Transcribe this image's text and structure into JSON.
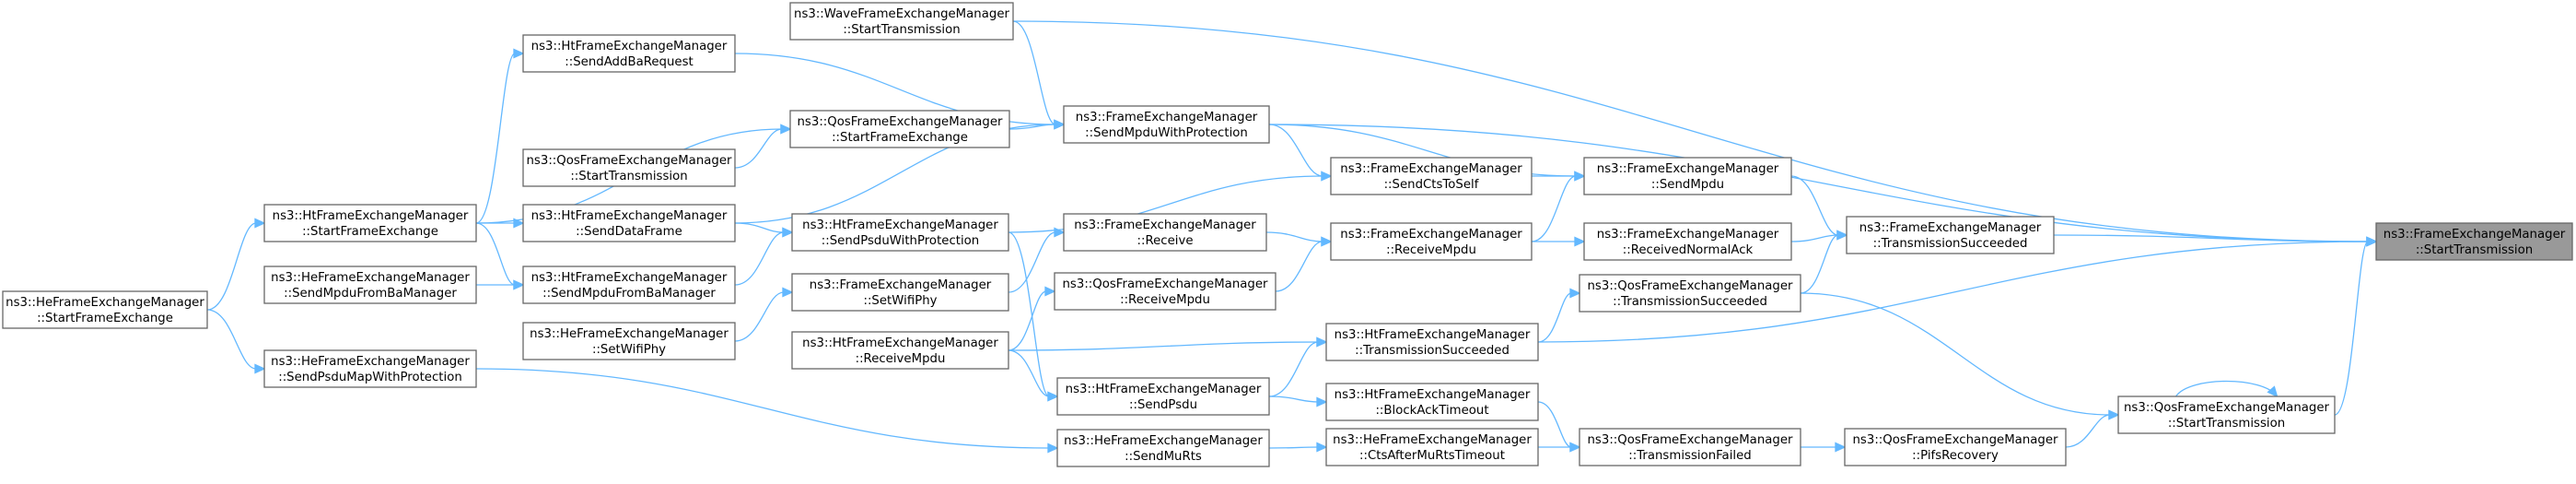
{
  "graph": {
    "title": "",
    "colors": {
      "node_fill": "#ffffff",
      "node_border": "#666666",
      "target_fill": "#999999",
      "edge": "#63b8ff"
    },
    "nodes": [
      {
        "id": "n0",
        "line1": "ns3::FrameExchangeManager",
        "line2": "::StartTransmission",
        "target": true
      },
      {
        "id": "n1",
        "line1": "ns3::FrameExchangeManager",
        "line2": "::TransmissionSucceeded"
      },
      {
        "id": "n2",
        "line1": "ns3::FrameExchangeManager",
        "line2": "::SendMpdu"
      },
      {
        "id": "n3",
        "line1": "ns3::FrameExchangeManager",
        "line2": "::ReceivedNormalAck"
      },
      {
        "id": "n4",
        "line1": "ns3::QosFrameExchangeManager",
        "line2": "::TransmissionSucceeded"
      },
      {
        "id": "n5",
        "line1": "ns3::QosFrameExchangeManager",
        "line2": "::StartTransmission"
      },
      {
        "id": "n6",
        "line1": "ns3::QosFrameExchangeManager",
        "line2": "::PifsRecovery"
      },
      {
        "id": "n7",
        "line1": "ns3::QosFrameExchangeManager",
        "line2": "::TransmissionFailed"
      },
      {
        "id": "n8",
        "line1": "ns3::HtFrameExchangeManager",
        "line2": "::BlockAckTimeout"
      },
      {
        "id": "n9",
        "line1": "ns3::HeFrameExchangeManager",
        "line2": "::CtsAfterMuRtsTimeout"
      },
      {
        "id": "n10",
        "line1": "ns3::HtFrameExchangeManager",
        "line2": "::TransmissionSucceeded"
      },
      {
        "id": "n11",
        "line1": "ns3::FrameExchangeManager",
        "line2": "::SendCtsToSelf"
      },
      {
        "id": "n12",
        "line1": "ns3::FrameExchangeManager",
        "line2": "::ReceiveMpdu"
      },
      {
        "id": "n13",
        "line1": "ns3::FrameExchangeManager",
        "line2": "::SendMpduWithProtection"
      },
      {
        "id": "n14",
        "line1": "ns3::FrameExchangeManager",
        "line2": "::Receive"
      },
      {
        "id": "n15",
        "line1": "ns3::QosFrameExchangeManager",
        "line2": "::ReceiveMpdu"
      },
      {
        "id": "n16",
        "line1": "ns3::HtFrameExchangeManager",
        "line2": "::SendPsdu"
      },
      {
        "id": "n17",
        "line1": "ns3::HeFrameExchangeManager",
        "line2": "::SendMuRts"
      },
      {
        "id": "n18",
        "line1": "ns3::WaveFrameExchangeManager",
        "line2": "::StartTransmission"
      },
      {
        "id": "n19",
        "line1": "ns3::HtFrameExchangeManager",
        "line2": "::SendAddBaRequest"
      },
      {
        "id": "n20",
        "line1": "ns3::QosFrameExchangeManager",
        "line2": "::StartFrameExchange"
      },
      {
        "id": "n21",
        "line1": "ns3::QosFrameExchangeManager",
        "line2": "::StartTransmission"
      },
      {
        "id": "n22",
        "line1": "ns3::HtFrameExchangeManager",
        "line2": "::SendPsduWithProtection"
      },
      {
        "id": "n23",
        "line1": "ns3::FrameExchangeManager",
        "line2": "::SetWifiPhy"
      },
      {
        "id": "n24",
        "line1": "ns3::HtFrameExchangeManager",
        "line2": "::ReceiveMpdu"
      },
      {
        "id": "n25",
        "line1": "ns3::HtFrameExchangeManager",
        "line2": "::StartFrameExchange"
      },
      {
        "id": "n26",
        "line1": "ns3::HtFrameExchangeManager",
        "line2": "::SendDataFrame"
      },
      {
        "id": "n27",
        "line1": "ns3::HeFrameExchangeManager",
        "line2": "::SendMpduFromBaManager"
      },
      {
        "id": "n28",
        "line1": "ns3::HtFrameExchangeManager",
        "line2": "::SendMpduFromBaManager"
      },
      {
        "id": "n29",
        "line1": "ns3::HeFrameExchangeManager",
        "line2": "::SetWifiPhy"
      },
      {
        "id": "n30",
        "line1": "ns3::HeFrameExchangeManager",
        "line2": "::StartFrameExchange"
      },
      {
        "id": "n31",
        "line1": "ns3::HeFrameExchangeManager",
        "line2": "::SendPsduMapWithProtection"
      }
    ],
    "edges": [
      {
        "from": "n1",
        "to": "n0"
      },
      {
        "from": "n5",
        "to": "n0"
      },
      {
        "from": "n13",
        "to": "n0"
      },
      {
        "from": "n18",
        "to": "n0"
      },
      {
        "from": "n10",
        "to": "n0"
      },
      {
        "from": "n2",
        "to": "n1"
      },
      {
        "from": "n3",
        "to": "n1"
      },
      {
        "from": "n4",
        "to": "n1"
      },
      {
        "from": "n11",
        "to": "n2"
      },
      {
        "from": "n12",
        "to": "n2"
      },
      {
        "from": "n13",
        "to": "n2"
      },
      {
        "from": "n12",
        "to": "n3"
      },
      {
        "from": "n10",
        "to": "n4"
      },
      {
        "from": "n4",
        "to": "n5"
      },
      {
        "from": "n6",
        "to": "n5"
      },
      {
        "from": "n5",
        "to": "n5"
      },
      {
        "from": "n7",
        "to": "n6"
      },
      {
        "from": "n8",
        "to": "n7"
      },
      {
        "from": "n9",
        "to": "n7"
      },
      {
        "from": "n16",
        "to": "n8"
      },
      {
        "from": "n17",
        "to": "n9"
      },
      {
        "from": "n16",
        "to": "n10"
      },
      {
        "from": "n24",
        "to": "n10"
      },
      {
        "from": "n13",
        "to": "n11"
      },
      {
        "from": "n22",
        "to": "n11"
      },
      {
        "from": "n14",
        "to": "n12"
      },
      {
        "from": "n15",
        "to": "n12"
      },
      {
        "from": "n18",
        "to": "n13"
      },
      {
        "from": "n19",
        "to": "n13"
      },
      {
        "from": "n20",
        "to": "n13"
      },
      {
        "from": "n26",
        "to": "n13"
      },
      {
        "from": "n23",
        "to": "n14"
      },
      {
        "from": "n24",
        "to": "n15"
      },
      {
        "from": "n22",
        "to": "n16"
      },
      {
        "from": "n24",
        "to": "n16"
      },
      {
        "from": "n31",
        "to": "n17"
      },
      {
        "from": "n21",
        "to": "n20"
      },
      {
        "from": "n25",
        "to": "n20"
      },
      {
        "from": "n28",
        "to": "n22"
      },
      {
        "from": "n26",
        "to": "n22"
      },
      {
        "from": "n29",
        "to": "n23"
      },
      {
        "from": "n25",
        "to": "n19"
      },
      {
        "from": "n25",
        "to": "n26"
      },
      {
        "from": "n25",
        "to": "n28"
      },
      {
        "from": "n27",
        "to": "n28"
      },
      {
        "from": "n30",
        "to": "n25"
      },
      {
        "from": "n30",
        "to": "n31"
      }
    ]
  }
}
